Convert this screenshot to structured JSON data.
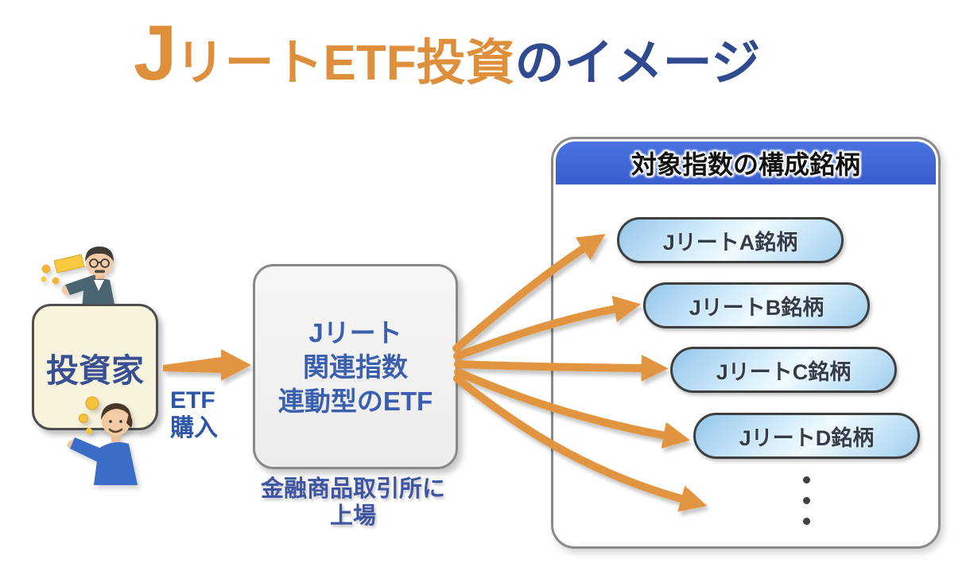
{
  "title": {
    "initial": "J",
    "orange_text": "リートETF投資",
    "navy_text": "のイメージ"
  },
  "investor_box": {
    "label": "投資家"
  },
  "purchase_label": {
    "line1": "ETF",
    "line2": "購入"
  },
  "etf_box": {
    "line1": "Jリート",
    "line2": "関連指数",
    "line3": "連動型のETF"
  },
  "etf_caption": {
    "line1": "金融商品取引所に",
    "line2": "上場"
  },
  "index_panel": {
    "header": "対象指数の構成銘柄",
    "stocks": [
      {
        "label": "JリートA銘柄"
      },
      {
        "label": "JリートB銘柄"
      },
      {
        "label": "JリートC銘柄"
      },
      {
        "label": "JリートD銘柄"
      }
    ],
    "more_indicator_icon": "vertical-ellipsis-dots"
  },
  "icons": {
    "investor_top": "businessman-with-money-illustration",
    "investor_bottom": "young-man-with-coins-illustration",
    "flow_arrows": "orange-fan-arrows"
  },
  "colors": {
    "title_orange": "#DD8F3C",
    "title_navy": "#2F4A8F",
    "body_text_blue": "#3A5FAE",
    "header_blue": "#3E63D6",
    "arrow_orange": "#E2953F",
    "investor_box_fill": "#F8F3DD",
    "pill_fill_light_blue": "#C9E7FA",
    "panel_border_gray": "#8A8A8A"
  }
}
